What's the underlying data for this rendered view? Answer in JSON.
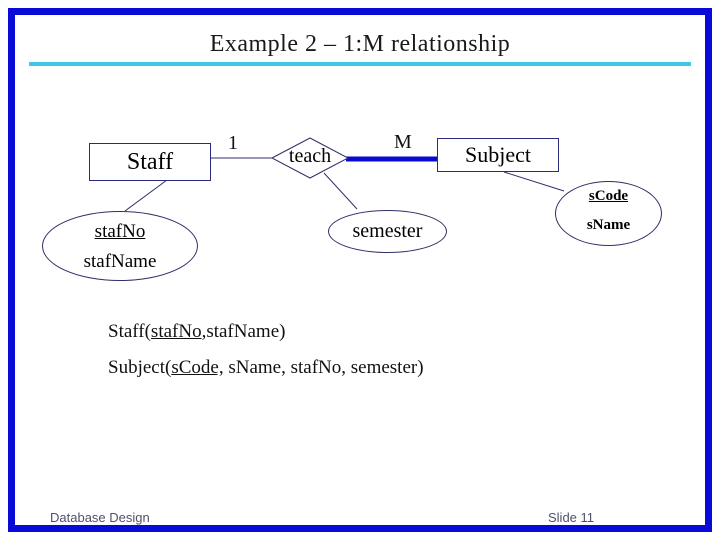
{
  "slide": {
    "title": "Example 2 – 1:M relationship",
    "footer": {
      "left": "Database Design",
      "right": "Slide 11"
    }
  },
  "diagram": {
    "entities": [
      {
        "label": "Staff"
      },
      {
        "label": "Subject"
      }
    ],
    "relationship": {
      "label": "teach"
    },
    "cardinality": {
      "one": "1",
      "many": "M"
    },
    "attributes": {
      "staff": {
        "key": "stafNo",
        "name": "stafName"
      },
      "relationship": {
        "semester": "semester"
      },
      "subject": {
        "key": "sCode",
        "name": "sName"
      }
    }
  },
  "schemas": {
    "staff": {
      "prefix": "Staff(",
      "key": "stafNo",
      "rest": ",stafName)"
    },
    "subject": {
      "prefix": "Subject(",
      "key": "sCode,",
      "rest": " sName, stafNo, semester)"
    }
  },
  "colors": {
    "slide_border": "#0a0ad8",
    "title_rule": "#3ec7e8",
    "thick_relation_line": "#0b0bd0",
    "thin_line": "#30306a",
    "footer_text": "#50506e"
  }
}
